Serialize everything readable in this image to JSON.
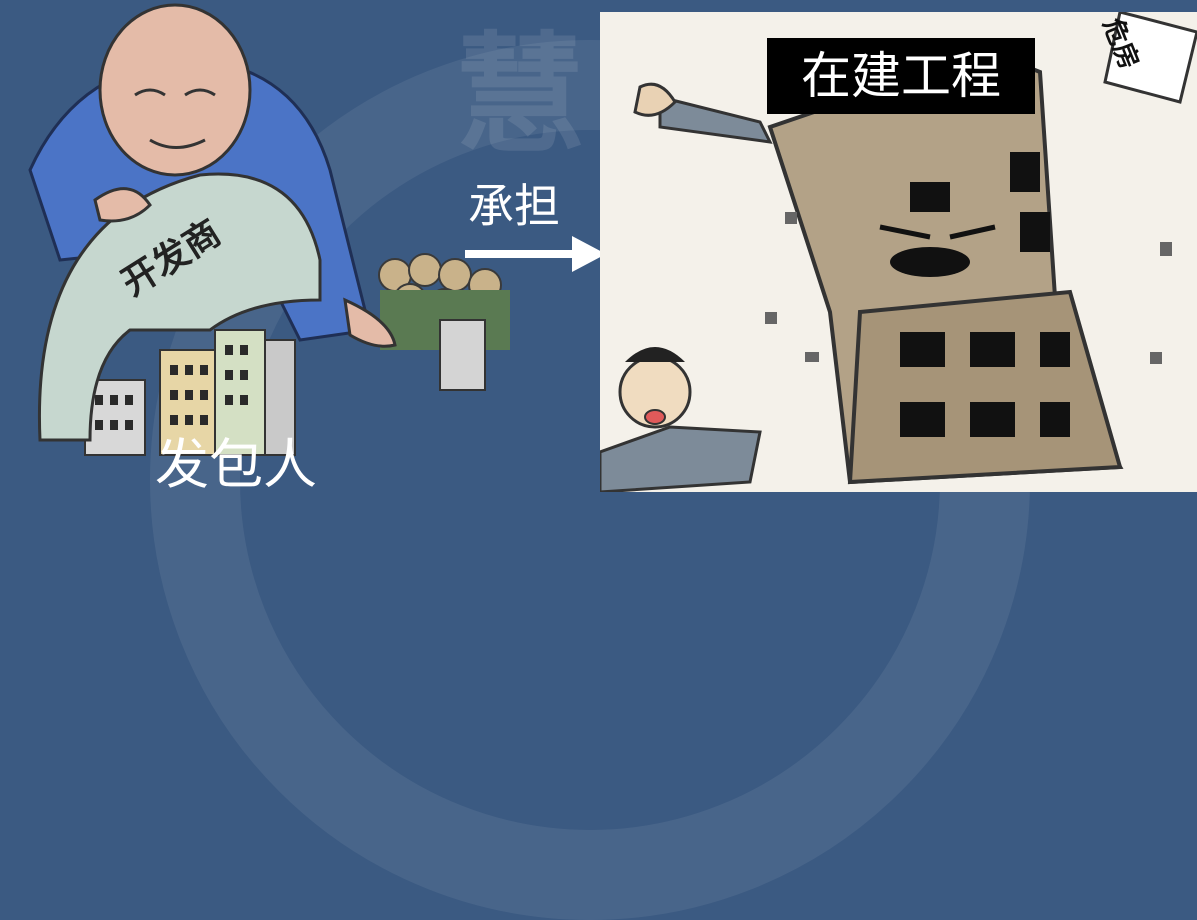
{
  "left": {
    "board_text": "开发商",
    "label": "发包人"
  },
  "arrow": {
    "label": "承担"
  },
  "right": {
    "title": "在建工程",
    "sign_text": "危房"
  },
  "watermark": {
    "char": "慧"
  },
  "colors": {
    "background": "#3b5a82",
    "title_box": "#000000"
  }
}
